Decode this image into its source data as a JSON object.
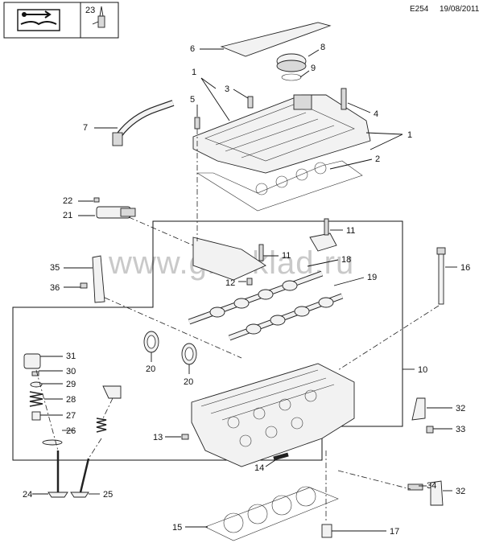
{
  "header": {
    "diagram_code": "E254",
    "date": "19/08/2011",
    "ref_number": "23"
  },
  "watermark": "www.gmsklad.ru",
  "icons": {
    "manual": "wrench-manual-icon",
    "part23": "bulb-icon"
  },
  "callouts": {
    "c1a": "1",
    "c1b": "1",
    "c2": "2",
    "c3": "3",
    "c4": "4",
    "c5": "5",
    "c6": "6",
    "c7": "7",
    "c8": "8",
    "c9": "9",
    "c10": "10",
    "c11a": "11",
    "c11b": "11",
    "c12": "12",
    "c13": "13",
    "c14": "14",
    "c15": "15",
    "c16": "16",
    "c17": "17",
    "c18": "18",
    "c19": "19",
    "c20a": "20",
    "c20b": "20",
    "c21": "21",
    "c22": "22",
    "c24": "24",
    "c25": "25",
    "c26": "26",
    "c27": "27",
    "c28": "28",
    "c29": "29",
    "c30": "30",
    "c31": "31",
    "c32a": "32",
    "c32b": "32",
    "c33": "33",
    "c34": "34",
    "c35": "35",
    "c36": "36"
  }
}
